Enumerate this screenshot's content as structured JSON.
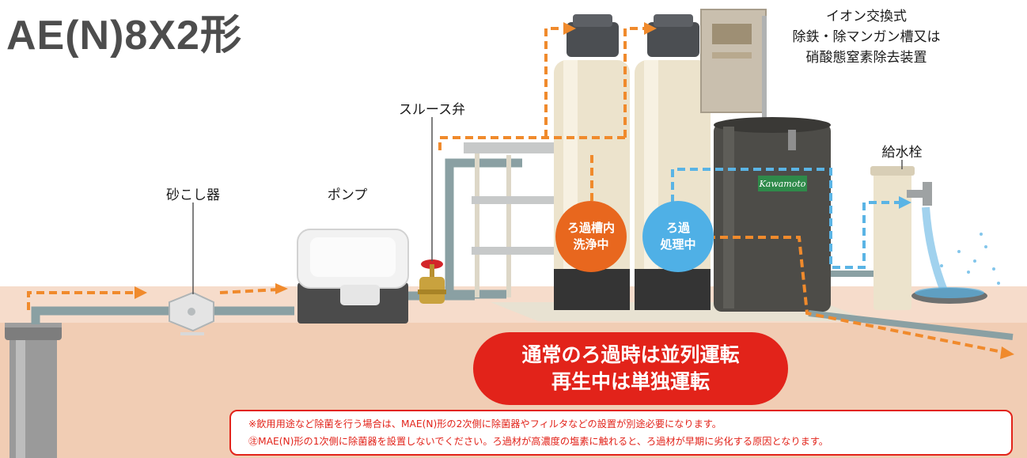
{
  "title": "AE(N)8X2形",
  "labels": {
    "ion_exchange": [
      "イオン交換式",
      "除鉄・除マンガン槽又は",
      "硝酸態窒素除去装置"
    ],
    "sluice_valve": "スルース弁",
    "sand_strainer": "砂こし器",
    "pump": "ポンプ",
    "faucet": "給水栓",
    "tank_logo": "Kawamoto"
  },
  "badges": {
    "backwash": [
      "ろ過槽内",
      "洗浄中"
    ],
    "filtering": [
      "ろ過",
      "処理中"
    ]
  },
  "banner": [
    "通常のろ過時は並列運転",
    "再生中は単独運転"
  ],
  "notes": [
    "※飲用用途など除菌を行う場合は、MAE(N)形の2次側に除菌器やフィルタなどの設置が別途必要になります。",
    "㊟MAE(N)形の1次側に除菌器を設置しないでください。ろ過材が高濃度の塩素に触れると、ろ過材が早期に劣化する原因となります。"
  ],
  "colors": {
    "orange_flow": "#f08a2c",
    "blue_flow": "#5ab4e5",
    "badge_orange": "#e8671e",
    "badge_blue": "#4fb0e6",
    "banner_red": "#e2231a",
    "ground": "#f1cdb4",
    "ground_top": "#f6dccb"
  }
}
